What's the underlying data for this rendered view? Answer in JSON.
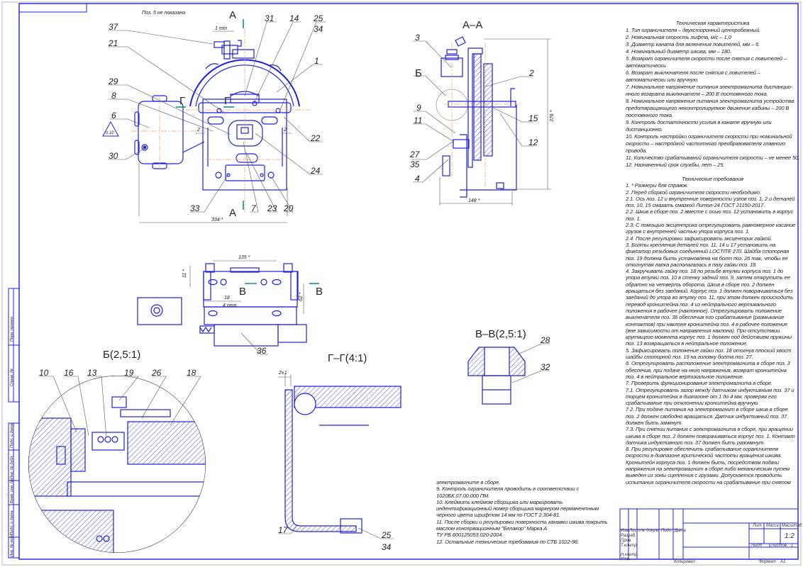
{
  "notes": {
    "pos5_note": "Поз. 5 не показана",
    "min_gap": "1 min",
    "weld_mark": "п.10"
  },
  "views": {
    "main": {
      "section_letter_a": "А",
      "section_letter_g": "Г",
      "gap_dim": "2",
      "width_dim": "334 *",
      "positions": {
        "p37": "37",
        "p21": "21",
        "p29": "29",
        "p8": "8",
        "p6": "6",
        "p30": "30",
        "p31": "31",
        "p14": "14",
        "p25": "25",
        "p34": "34",
        "p1": "1",
        "p22": "22",
        "p24": "24",
        "p33": "33",
        "p7": "7",
        "p23": "23",
        "p20": "20"
      }
    },
    "section_aa": {
      "title": "А–А",
      "detail_mark": "Б",
      "height_dim": "376 *",
      "width_dim": "148 *",
      "positions": {
        "p3": "3",
        "p9": "9",
        "p11": "11",
        "p27": "27",
        "p35": "35",
        "p4": "4",
        "p2": "2",
        "p15": "15",
        "p12": "12"
      }
    },
    "bottom": {
      "dim_135": "135 *",
      "dim_11": "11 *",
      "dim_18": "18",
      "holes": "4 отв.",
      "dim_62": "62 *",
      "section_letter_v": "В",
      "positions": {
        "p36": "36"
      }
    },
    "detail_b": {
      "title": "Б(2,5:1)",
      "positions": {
        "p10": "10",
        "p16": "16",
        "p13": "13",
        "p19": "19",
        "p26": "26",
        "p18": "18"
      }
    },
    "section_gg": {
      "title": "Г–Г(4:1)",
      "gap_dim": "2±1",
      "positions": {
        "p17": "17",
        "p25": "25",
        "p34": "34"
      }
    },
    "section_vv": {
      "title": "В–В(2,5:1)",
      "positions": {
        "p28": "28",
        "p32": "32"
      }
    }
  },
  "characteristics": {
    "title": "Техническая характеристика",
    "lines": [
      "1. Тип ограничителя – двухсторонний центробежный.",
      "2. Номинальная скорость лифта, м/с – 1,0",
      "3. Диаметр каната для включения ловителей, мм – 6.",
      "4. Номинальный диаметр шкива, мм – 180.",
      "5. Возврат ограничителя скорости после снятия с ловителей –",
      "автоматически.",
      "6. Возврат выключателя после снятия с ловителей –",
      "автоматически или вручную.",
      "7. Номинальное напряжение питания электромагнита дистанцио-",
      "нного возврата выключателя – 200 В постоянного тока.",
      "8. Номинальное напряжение питания электромагнита устройства",
      "предотвращающего неконтролируемое движение кабины – 200 В",
      "постоянного тока.",
      "9. Контроль достаточности усилия в канате вручную или",
      "дистанционно.",
      "10. Контроль настройки ограничителя скорости при номинальной",
      "скорости – настройкой частотного преобразователя главного",
      "привода.",
      "11. Количество срабатываний ограничителя скорости – не менее 50.",
      "12. Назначенный срок службы, лет – 25."
    ]
  },
  "requirements": {
    "title": "Технические требования",
    "lines": [
      "1. * Размеры для справок.",
      "2. Перед сборкой ограничителя скорости необходимо:",
      "2.1. Ось поз. 12 и внутренние поверхности узлов поз. 1, 2 и деталей",
      "поз. 10, 15 смазать смазкой Литол-24 ГОСТ 21150-2017.",
      "2.2. Шкив в сборе поз. 2 вместе с осью поз. 12 установить в корпус",
      "поз. 1.",
      "2.3. С помощью эксцентрика отрегулировать равномерное касание",
      "грузов с внутренней частью упора корпуса поз. 1.",
      "2.4. После регулировки зафиксировать эксцентрик гайкой.",
      "3. Болты крепления деталей поз. 11, 14 и 17 установить на",
      "фиксатор резьбовых соединений LOCTITE 270. Шайба стопорная",
      "поз. 19 должна быть установлена на болт поз. 26 так, чтобы ее",
      "отогнутая лапка располагалась в пазу гайки поз. 18.",
      "4. Закручивать гайку поз. 18 по резьбе втулки корпуса поз. 1 до",
      "упора втулки поз. 10 в стенку задний поз. 9, затем открутить ее",
      "обратно на четверть оборота. Шкив в сборе поз. 2 должен",
      "вращаться без заеданий. Корпус поз. 1 должен поворачиваться без",
      "заеданий до упора во втулку поз. 11, при этом должен происходить",
      "перевод кронштейна поз. 4 из нейтрального вертикального",
      "положения в рабочее (наклонное). Отрегулировать положение",
      "выключателя поз. 36 обеспечив его срабатывание (размыкание",
      "контактов) при наклоне кронштейна поз. 4 в рабочее положение",
      "(вне зависимости от направления наклона). При отсутствии",
      "крутящего момента корпус поз. 1 должен под действием пружины",
      "поз. 13 возвращаться в нейтральное положение.",
      "5. Зафиксировать положение гайки поз. 18 отогнув плоский хвост",
      "шайбы стопорной поз. 19 на головку болта поз. 27.",
      "6. Отрегулировать расположение электромагнита в сборе поз. 3",
      "обеспечив, при подаче на него напряжения, возврат кронштейна",
      "поз. 4 в нейтральное вертикальное положение.",
      "7. Проверить функционирование электромагнита в сборе.",
      "7.1. Отрегулировать зазор между датчиком индуктивным поз. 37 и",
      "торцем кронштейна в диапазоне от 1 до 4 мм, проверяя его",
      "срабатывание при отклонении кронштейна вручную.",
      "7.2. При подаче питания на электромагнит в сборе шкив в сборе",
      "поз. 2 должен свободно вращаться. Датчик индуктивный поз. 37",
      "должен быть замкнут.",
      "7.3. При снятии питания с электромагнита в сборе, при вращении",
      "шкива в сборе поз. 2 должен поворачиваться корпус поз. 1. Контакт",
      "датчика индуктивного поз. 37 должен быть разомкнут.",
      "8. При регулировке обеспечить срабатывание ограничителя",
      "скорости в диапазоне критической частоты вращения шкива.",
      "Кронштейн корпуса поз. 1 должен быть, посредством подачи",
      "напряжения на электромагнит в сборе либо механическим путем",
      "выведен из зоны сцепления с грузами. Допускается проводить",
      "испытания ограничителя скорости на срабатывание при снятом"
    ],
    "continuation": [
      "электромагните в сборе.",
      "9. Контроль ограничителя проводить в соответствии с",
      "1020БК.07.00.000 ПМ.",
      "10. Клеймить клеймом сборщика или маркировать",
      "индентификационный номер сборщика маркером перманентным",
      "черного цвета шрифтом 14 мм по ГОСТ 2.304-81.",
      "11. После сборки и регулировки поверхность канавки шкива покрыть",
      "маслом консервационным \"Белакор\" Марка А",
      "ТУ РБ 600125053.020-2004.",
      "12. Остальные технические требования по СТБ 1022-96."
    ]
  },
  "title_block": {
    "cols": [
      "Изм.",
      "Лист",
      "№ докум.",
      "Подп.",
      "Дата"
    ],
    "rows": [
      "Разраб.",
      "Пров.",
      "Т.контр.",
      "Н.контр.",
      "Утв."
    ],
    "lit_label": "Лит.",
    "mass_label": "Масса",
    "scale_label": "Масштаб",
    "scale_value": "1:2",
    "sheet_label": "Лист",
    "sheets_label": "Листов",
    "sheets_value": "1",
    "copied": "Копировал",
    "format_label": "Формат",
    "format_value": "А1"
  },
  "side_strip": [
    "Перв. примен.",
    "Справ. №",
    "Подп. и дата",
    "Инв. № дубл.",
    "Взам. инв. №",
    "Подп. и дата",
    "Инв. № подл."
  ],
  "colors": {
    "line": "#2020e0",
    "axis": "#f0a060",
    "section": "#109090",
    "text": "#222222"
  }
}
